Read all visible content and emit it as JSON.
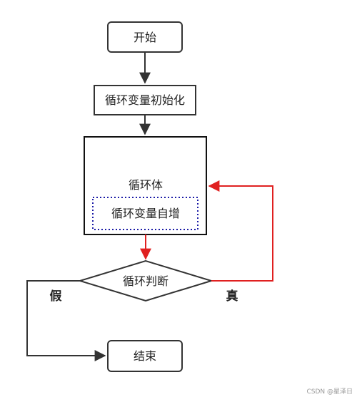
{
  "nodes": {
    "start": "开始",
    "init": "循环变量初始化",
    "body": "循环体",
    "increment": "循环变量自增",
    "condition": "循环判断",
    "end": "结束"
  },
  "edges": {
    "false_label": "假",
    "true_label": "真"
  },
  "watermark": "CSDN @星泽日",
  "colors": {
    "line": "#333333",
    "loop_arrow": "#e02020",
    "dotted_border": "#1a1aa6"
  }
}
